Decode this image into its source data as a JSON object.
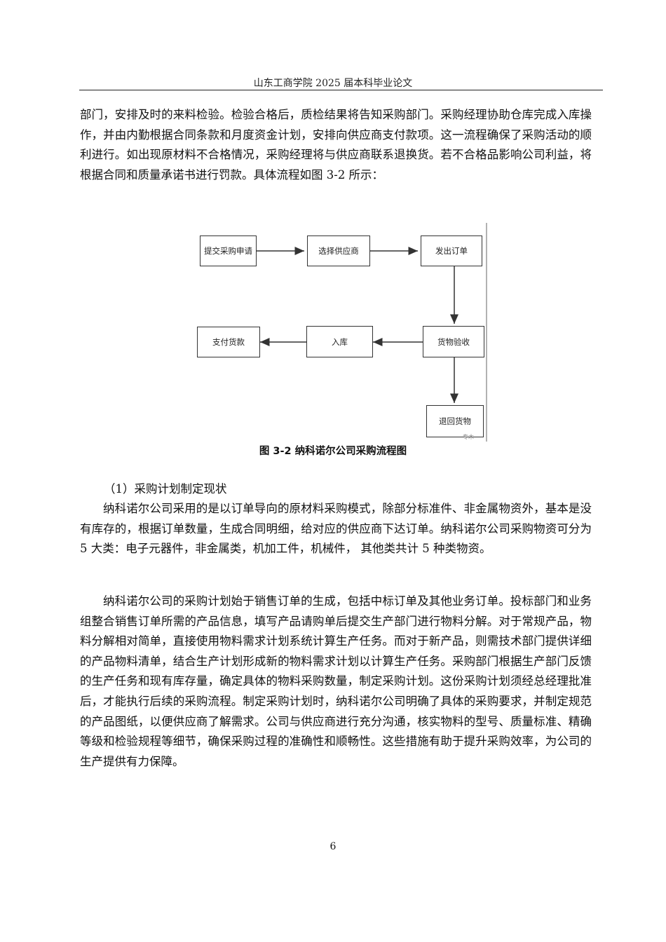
{
  "header": {
    "title": "山东工商学院 2025 届本科毕业论文"
  },
  "paragraphs": {
    "p1": "部门，安排及时的来料检验。检验合格后，质检结果将告知采购部门。采购经理协助仓库完成入库操作，并由内勤根据合同条款和月度资金计划，安排向供应商支付款项。这一流程确保了采购活动的顺利进行。如出现原材料不合格情况，采购经理将与供应商联系退换货。若不合格品影响公司利益，将根据合同和质量承诺书进行罚款。具体流程如图 3-2 所示：",
    "p2": "纳科诺尔公司采用的是以订单导向的原材料采购模式，除部分标准件、非金属物资外，基本是没有库存的，根据订单数量，生成合同明细，给对应的供应商下达订单。纳科诺尔公司采购物资可分为 5 大类：电子元器件，非金属类，机加工件，机械件，  其他类共计 5 种类物资。",
    "p3": "纳科诺尔公司的采购计划始于销售订单的生成，包括中标订单及其他业务订单。投标部门和业务组整合销售订单所需的产品信息，填写产品请购单后提交生产部门进行物料分解。对于常规产品，物料分解相对简单，直接使用物料需求计划系统计算生产任务。而对于新产品，则需技术部门提供详细的产品物料清单，结合生产计划形成新的物料需求计划以计算生产任务。采购部门根据生产部门反馈的生产任务和现有库存量，确定具体的物料采购数量，制定采购计划。这份采购计划须经总经理批准后，才能执行后续的采购流程。制定采购计划时，纳科诺尔公司明确了具体的采购要求，并制定规范的产品图纸，以便供应商了解需求。公司与供应商进行充分沟通，核实物料的型号、质量标准、精确等级和检验规程等细节，确保采购过程的准确性和顺畅性。这些措施有助于提升采购效率，为公司的生产提供有力保障。"
  },
  "section_heading": "（1）采购计划制定现状",
  "figure": {
    "caption": "图 3-2 纳科诺尔公司采购流程图",
    "nodes": {
      "submit": "提交采购申请",
      "select": "选择供应商",
      "order": "发出订单",
      "inspect": "货物验收",
      "storage": "入库",
      "pay": "支付货款",
      "return": "退回货物"
    },
    "watermark": "专木"
  },
  "footer": {
    "page_number": "6"
  }
}
